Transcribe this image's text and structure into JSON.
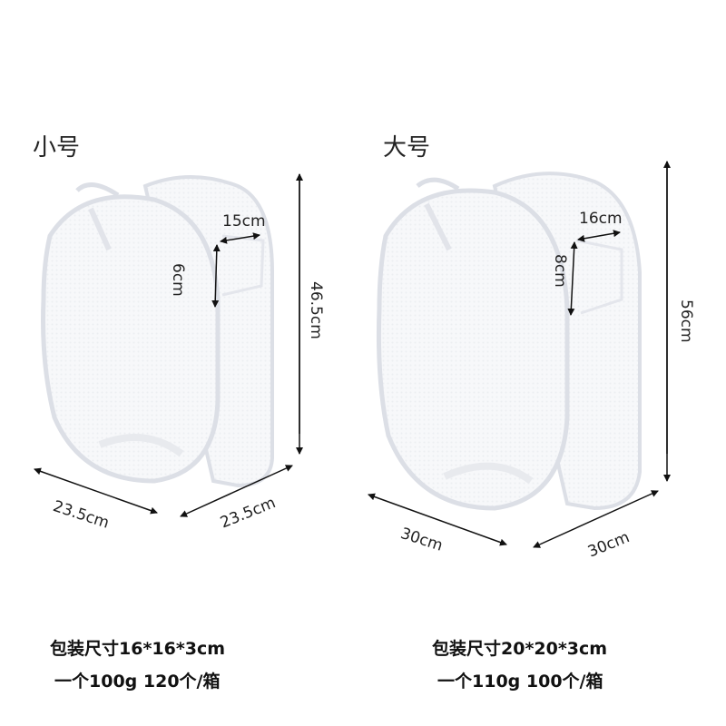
{
  "products": [
    {
      "size_label": "小号",
      "dimensions": {
        "height": "46.5cm",
        "pocket_width": "15cm",
        "pocket_height": "6cm",
        "base_left": "23.5cm",
        "base_right": "23.5cm"
      },
      "package_size": "包装尺寸16*16*3cm",
      "weight_qty": "一个100g 120个/箱"
    },
    {
      "size_label": "大号",
      "dimensions": {
        "height": "56cm",
        "pocket_width": "16cm",
        "pocket_height": "8cm",
        "base_left": "30cm",
        "base_right": "30cm"
      },
      "package_size": "包装尺寸20*20*3cm",
      "weight_qty": "一个110g 100个/箱"
    }
  ],
  "colors": {
    "mesh": "#f3f4f7",
    "rim": "#dcdfe6",
    "arrow": "#111111"
  }
}
